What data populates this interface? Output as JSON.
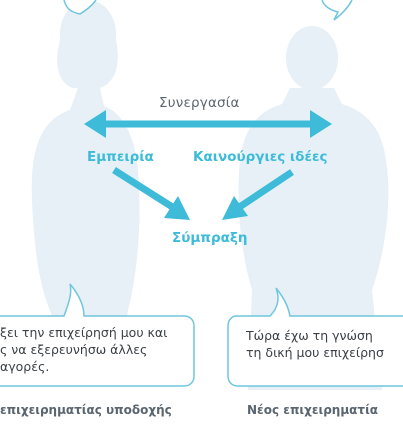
{
  "diagram": {
    "collaboration_label": "Συνεργασία",
    "experience_label": "Εμπειρία",
    "new_ideas_label": "Καινούργιες ιδέες",
    "synergy_label": "Σύμπραξη"
  },
  "left_person": {
    "speech": "ξει την επιχείρησή μου και\nς να εξερευνήσω άλλες\nαγορές.",
    "caption": "επιχειρηματίας υποδοχής"
  },
  "right_person": {
    "speech": "Τώρα έχω τη γνώση\nτη δική μου επιχείρησ",
    "caption": "Νέος επιχειρηματία"
  },
  "colors": {
    "accent": "#3dbbd8",
    "silhouette": "#e6f0f6",
    "bubble_border": "#6fc6de",
    "text_dark": "#5b6670"
  }
}
